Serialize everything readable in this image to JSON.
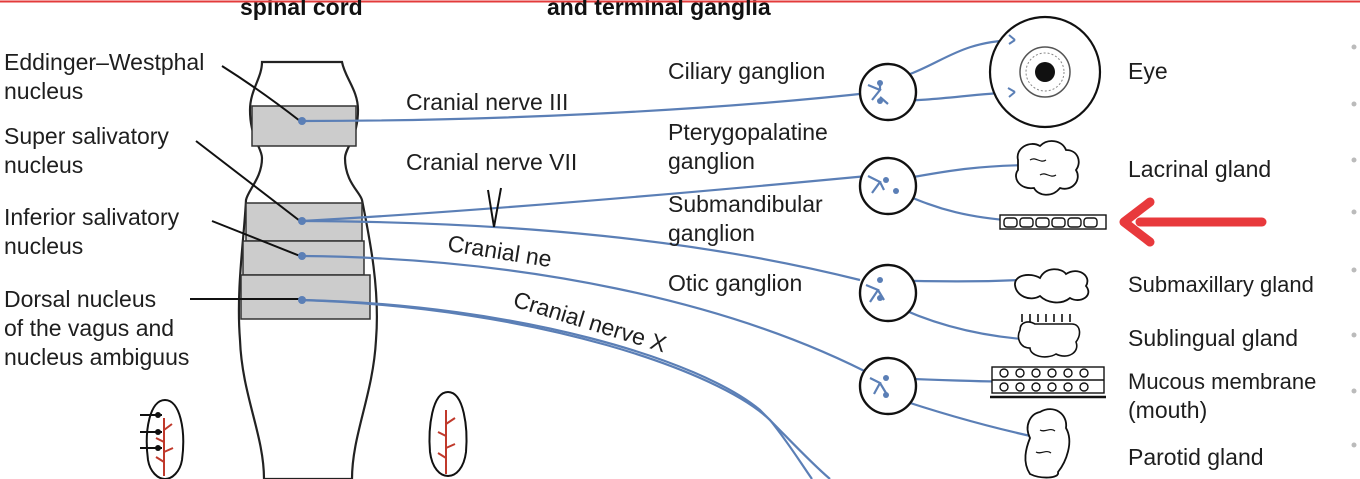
{
  "headers": {
    "left": "spinal cord",
    "right": "and terminal ganglia"
  },
  "nuclei": [
    {
      "line1": "Eddinger–Westphal",
      "line2": "nucleus"
    },
    {
      "line1": "Super salivatory",
      "line2": "nucleus"
    },
    {
      "line1": "Inferior salivatory",
      "line2": "nucleus"
    },
    {
      "line1": "Dorsal nucleus",
      "line2": "of the vagus and",
      "line3": "nucleus ambiguus"
    }
  ],
  "nerves": {
    "n3": "Cranial nerve III",
    "n7": "Cranial nerve VII",
    "n9_partial": "Cranial ne",
    "n10": "Cranial nerve X"
  },
  "ganglia": {
    "ciliary": "Ciliary ganglion",
    "ptery_1": "Pterygopalatine",
    "ptery_2": "ganglion",
    "submand_1": "Submandibular",
    "submand_2": "ganglion",
    "otic": "Otic ganglion"
  },
  "targets": {
    "eye": "Eye",
    "lacrimal": "Lacrinal gland",
    "submaxillary": "Submaxillary gland",
    "sublingual": "Sublingual gland",
    "mucous_1": "Mucous membrane",
    "mucous_2": "(mouth)",
    "parotid": "Parotid gland"
  },
  "colors": {
    "nerve": "#5b7fb6",
    "arrow": "#e8393c",
    "band": "#cccccc",
    "top_rule": "#e33b3b",
    "vessel": "#c0392b"
  }
}
